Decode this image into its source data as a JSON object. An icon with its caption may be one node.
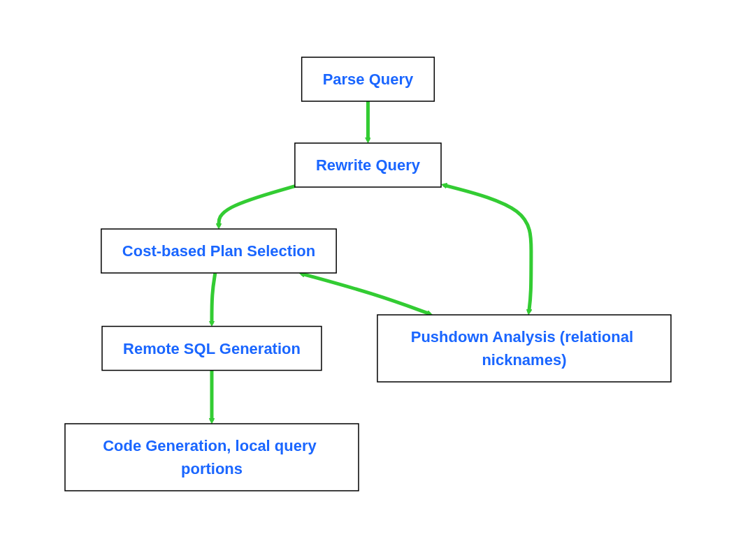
{
  "diagram": {
    "nodes": [
      {
        "text": [
          "Parse Query"
        ]
      },
      {
        "text": [
          "Rewrite Query"
        ]
      },
      {
        "text": [
          "Cost-based Plan Selection"
        ]
      },
      {
        "text": [
          "Remote SQL Generation"
        ]
      },
      {
        "text": [
          "Code Generation, local query portions"
        ]
      },
      {
        "text": [
          "Pushdown Analysis (relational nicknames)"
        ]
      }
    ],
    "edges": [
      {
        "from": 0,
        "to": 1,
        "arrow": "to"
      },
      {
        "from": 1,
        "to": 2,
        "arrow": "to"
      },
      {
        "from": 2,
        "to": 3,
        "arrow": "to"
      },
      {
        "from": 3,
        "to": 4,
        "arrow": "to"
      },
      {
        "from": 1,
        "to": 5,
        "arrow": "both"
      },
      {
        "from": 2,
        "to": 5,
        "arrow": "both"
      }
    ]
  }
}
